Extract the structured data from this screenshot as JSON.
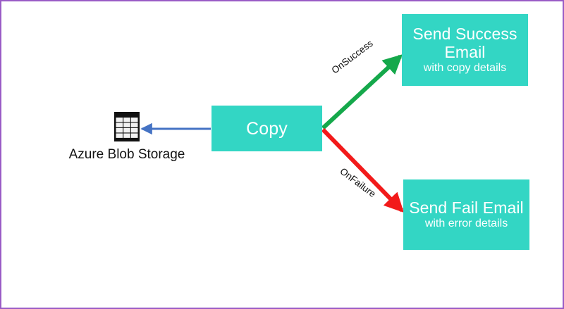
{
  "diagram": {
    "border_color": "#9a5cc6",
    "background": "#ffffff",
    "node_fill": "#33d6c4",
    "node_text_color": "#ffffff",
    "nodes": [
      {
        "id": "storage",
        "name": "azure-blob-storage",
        "label": "Azure Blob Storage",
        "icon": "table-icon"
      },
      {
        "id": "copy",
        "name": "copy-activity",
        "title": "Copy",
        "subtitle": ""
      },
      {
        "id": "success",
        "name": "send-success-email-activity",
        "title": "Send Success Email",
        "subtitle": "with copy details"
      },
      {
        "id": "fail",
        "name": "send-fail-email-activity",
        "title": "Send Fail Email",
        "subtitle": "with error details"
      }
    ],
    "edges": [
      {
        "id": "copy-to-storage",
        "from": "copy",
        "to": "storage",
        "label": "",
        "color": "#4573c4",
        "style": "solid"
      },
      {
        "id": "copy-to-success",
        "from": "copy",
        "to": "success",
        "label": "OnSuccess",
        "color": "#15a84b",
        "style": "solid"
      },
      {
        "id": "copy-to-fail",
        "from": "copy",
        "to": "fail",
        "label": "OnFailure",
        "color": "#f21a1a",
        "style": "solid"
      }
    ]
  }
}
